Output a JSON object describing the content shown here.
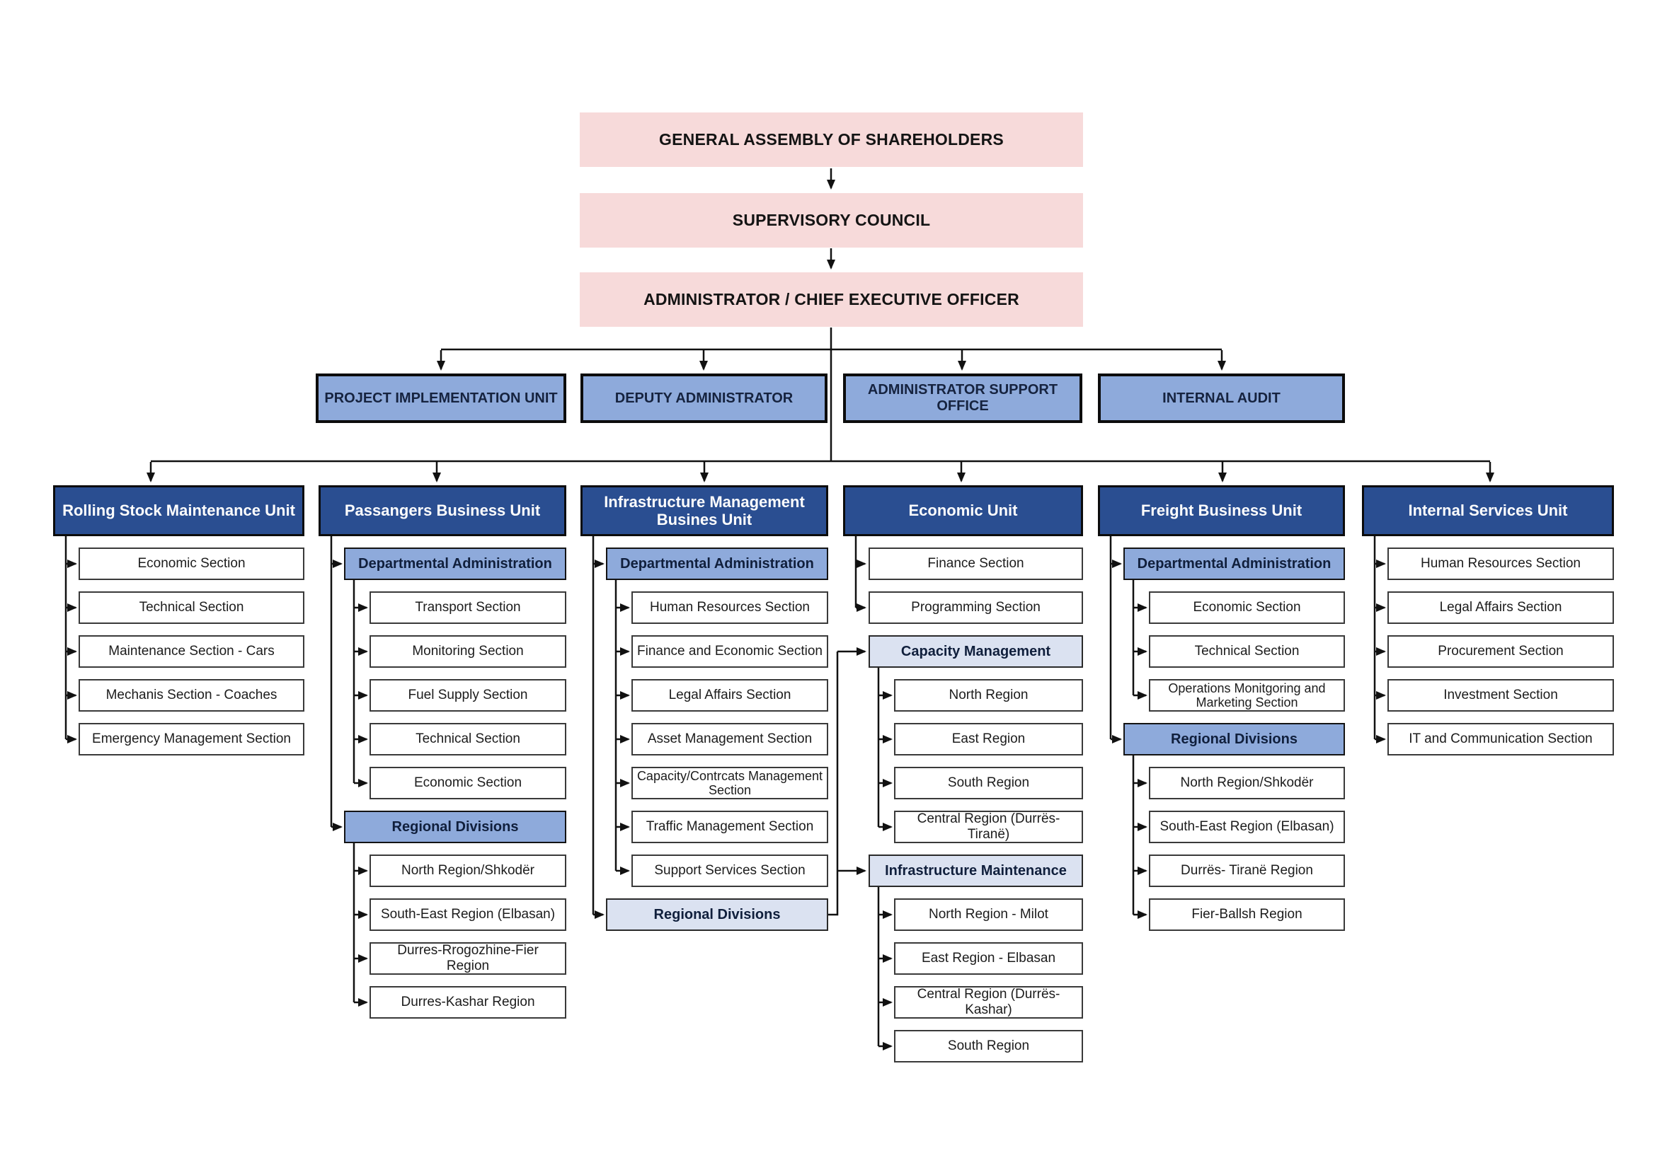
{
  "colors": {
    "top_fill": "#f7dada",
    "staff_fill": "#8eaadb",
    "unit_fill": "#2a4e91",
    "subheader_mid_fill": "#8eaadb",
    "subheader_light_fill": "#dbe2f1",
    "section_fill": "#ffffff",
    "line_color": "#111111"
  },
  "top_chain": [
    {
      "label": "GENERAL ASSEMBLY OF SHAREHOLDERS"
    },
    {
      "label": "SUPERVISORY COUNCIL"
    },
    {
      "label": "ADMINISTRATOR / CHIEF EXECUTIVE OFFICER"
    }
  ],
  "staff_offices": [
    {
      "label": "PROJECT IMPLEMENTATION UNIT"
    },
    {
      "label": "DEPUTY ADMINISTRATOR"
    },
    {
      "label": "ADMINISTRATOR SUPPORT OFFICE"
    },
    {
      "label": "INTERNAL AUDIT"
    }
  ],
  "units": [
    {
      "label": "Rolling Stock Maintenance Unit",
      "children": [
        {
          "label": "Economic Section"
        },
        {
          "label": "Technical Section"
        },
        {
          "label": "Maintenance Section - Cars"
        },
        {
          "label": "Mechanis Section - Coaches"
        },
        {
          "label": "Emergency Management Section"
        }
      ]
    },
    {
      "label": "Passangers Business Unit",
      "children": [
        {
          "label": "Departmental Administration",
          "children": [
            {
              "label": "Transport Section"
            },
            {
              "label": "Monitoring Section"
            },
            {
              "label": "Fuel Supply Section"
            },
            {
              "label": "Technical Section"
            },
            {
              "label": "Economic Section"
            }
          ]
        },
        {
          "label": "Regional Divisions",
          "children": [
            {
              "label": "North Region/Shkodër"
            },
            {
              "label": "South-East Region (Elbasan)"
            },
            {
              "label": "Durres-Rrogozhine-Fier Region"
            },
            {
              "label": "Durres-Kashar Region"
            }
          ]
        }
      ]
    },
    {
      "label": "Infrastructure Management Busines Unit",
      "children": [
        {
          "label": "Departmental Administration",
          "children": [
            {
              "label": "Human Resources Section"
            },
            {
              "label": "Finance and Economic Section"
            },
            {
              "label": "Legal Affairs Section"
            },
            {
              "label": "Asset Management Section"
            },
            {
              "label": "Capacity/Contrcats Management Section"
            },
            {
              "label": "Traffic Management Section"
            },
            {
              "label": "Support Services Section"
            }
          ]
        },
        {
          "label": "Regional Divisions"
        }
      ]
    },
    {
      "label": "Economic Unit",
      "children": [
        {
          "label": "Finance Section"
        },
        {
          "label": "Programming Section"
        },
        {
          "label": "Capacity Management",
          "children": [
            {
              "label": "North Region"
            },
            {
              "label": "East Region"
            },
            {
              "label": "South Region"
            },
            {
              "label": "Central Region (Durrës-Tiranë)"
            }
          ]
        },
        {
          "label": "Infrastructure Maintenance",
          "children": [
            {
              "label": "North Region  - Milot"
            },
            {
              "label": "East Region - Elbasan"
            },
            {
              "label": "Central Region (Durrës-Kashar)"
            },
            {
              "label": "South Region"
            }
          ]
        }
      ]
    },
    {
      "label": "Freight Business Unit",
      "children": [
        {
          "label": "Departmental Administration",
          "children": [
            {
              "label": "Economic Section"
            },
            {
              "label": "Technical Section"
            },
            {
              "label": "Operations Monitgoring and Marketing Section"
            }
          ]
        },
        {
          "label": "Regional Divisions",
          "children": [
            {
              "label": "North Region/Shkodër"
            },
            {
              "label": "South-East Region (Elbasan)"
            },
            {
              "label": "Durrës- Tiranë Region"
            },
            {
              "label": "Fier-Ballsh Region"
            }
          ]
        }
      ]
    },
    {
      "label": "Internal Services Unit",
      "children": [
        {
          "label": "Human Resources Section"
        },
        {
          "label": "Legal Affairs Section"
        },
        {
          "label": "Procurement Section"
        },
        {
          "label": "Investment Section"
        },
        {
          "label": "IT and Communication Section"
        }
      ]
    }
  ]
}
